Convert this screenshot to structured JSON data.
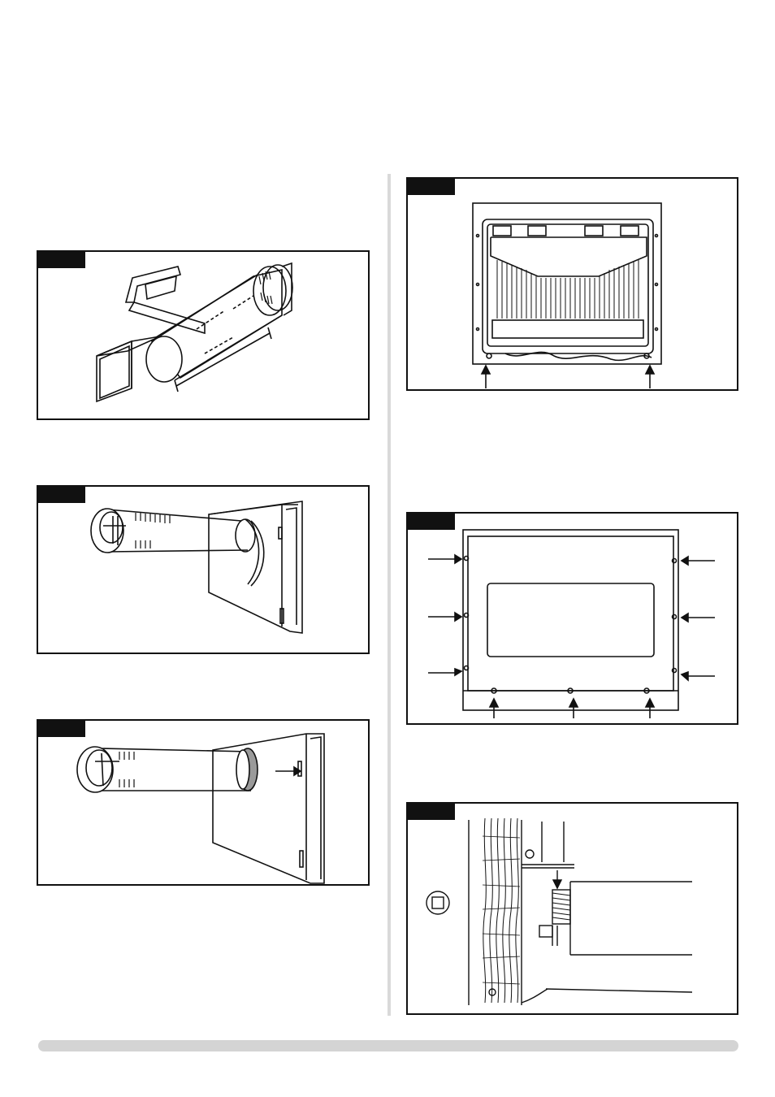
{
  "page": {
    "figures": [
      {
        "id": "fig-1",
        "subject": "vent-pipe-with-support-bracket"
      },
      {
        "id": "fig-2",
        "subject": "vent-pipe-on-wall-plate"
      },
      {
        "id": "fig-3",
        "subject": "vent-pipe-inserted-with-arrow"
      },
      {
        "id": "fig-4",
        "subject": "firebox-front-with-two-arrows"
      },
      {
        "id": "fig-5",
        "subject": "front-frame-with-nine-arrows"
      },
      {
        "id": "fig-6",
        "subject": "wall-section-with-fastener-detail"
      }
    ],
    "colors": {
      "ink": "#111111",
      "divider": "#d9d9d9",
      "footer": "#d4d4d4"
    }
  }
}
